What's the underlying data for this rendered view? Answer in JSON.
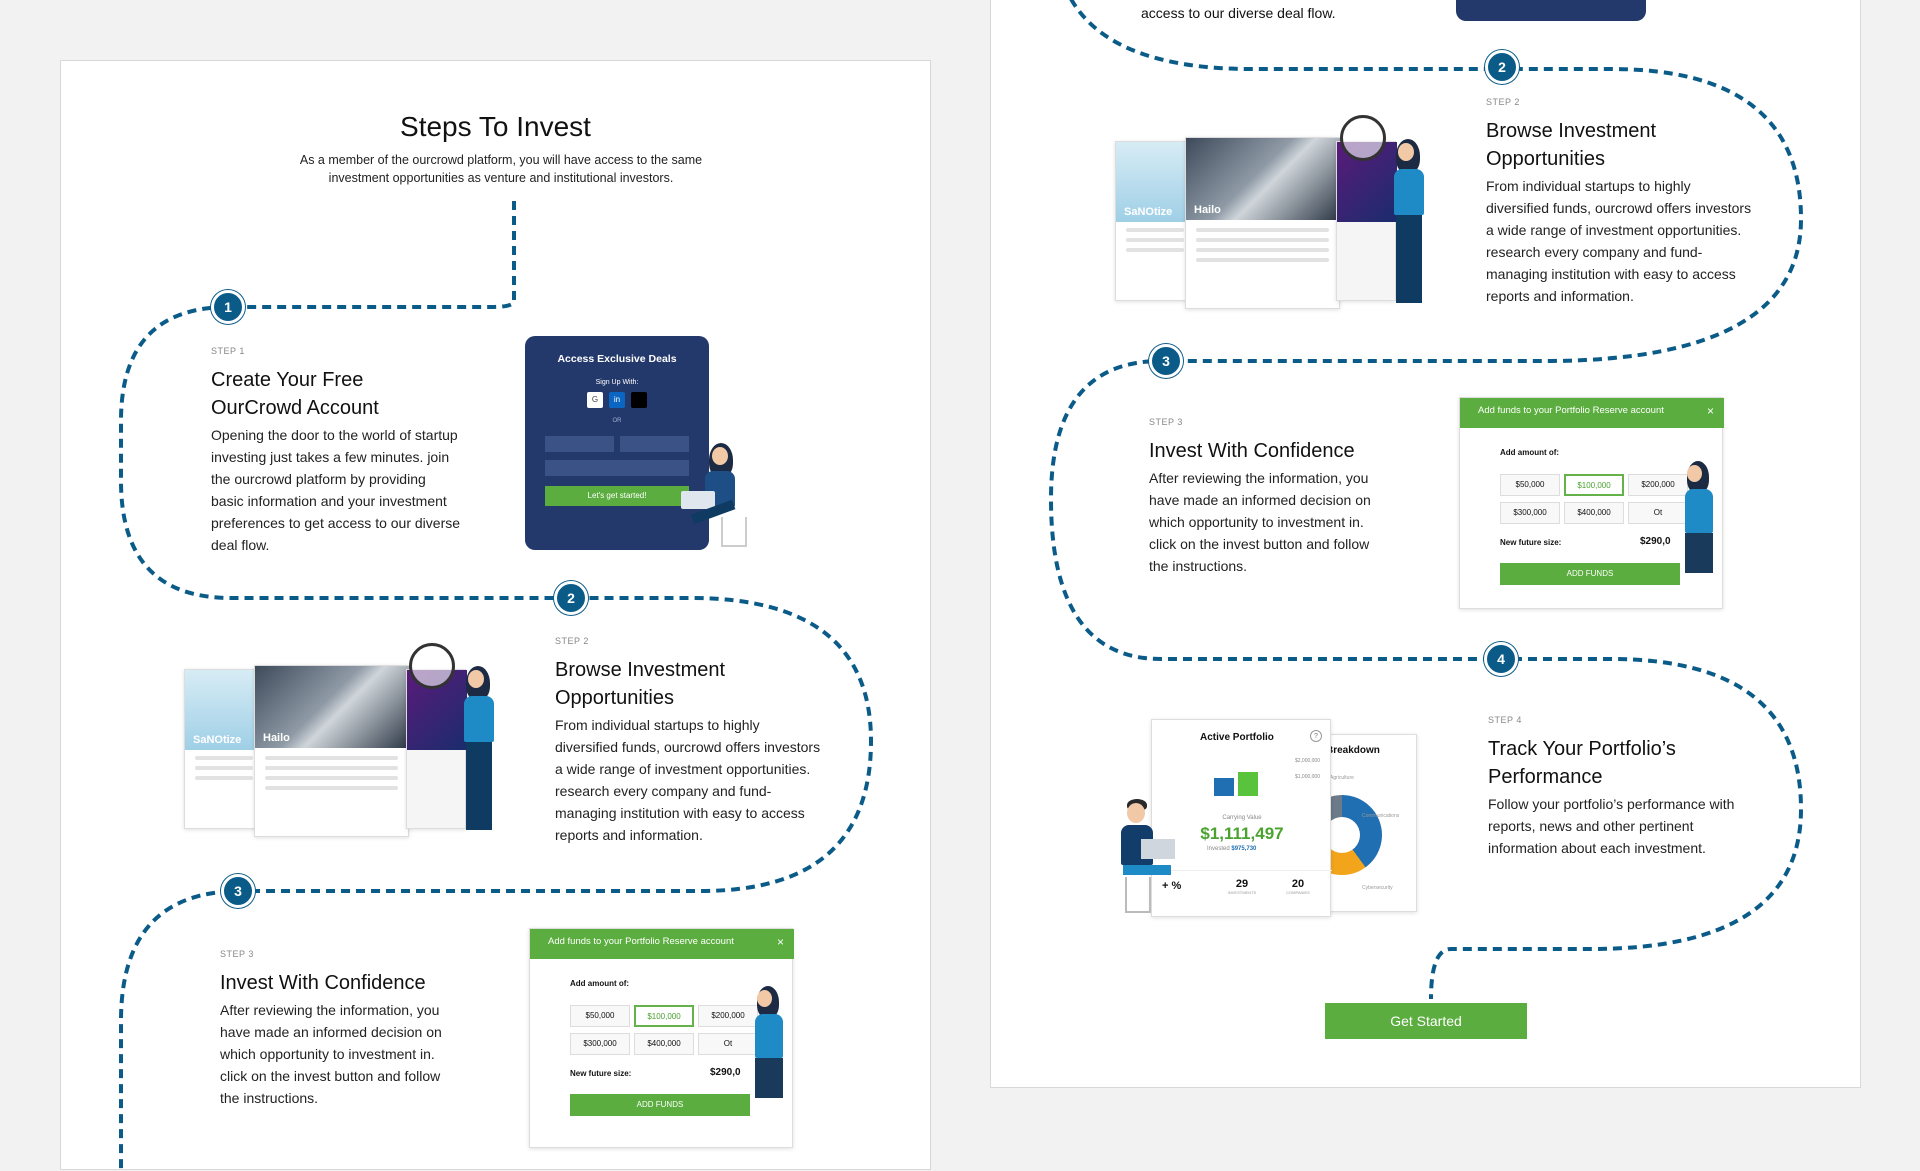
{
  "header": {
    "title": "Steps To Invest",
    "subtitle_line1": "As a member of the ourcrowd platform, you will have access to the same",
    "subtitle_line2": "investment opportunities as venture and institutional investors."
  },
  "steps": [
    {
      "num": "1",
      "label": "STEP 1",
      "title_l1": "Create Your Free",
      "title_l2": "OurCrowd Account",
      "body": "Opening the door to the world of startup investing just takes a few minutes. join the ourcrowd platform by providing basic information and your investment preferences to get access to our diverse deal flow."
    },
    {
      "num": "2",
      "label": "STEP 2",
      "title_l1": "Browse Investment",
      "title_l2": "Opportunities",
      "body": "From individual startups to highly diversified funds, ourcrowd offers investors a wide range of investment opportunities. research every company and fund-managing institution with easy to access reports and information."
    },
    {
      "num": "3",
      "label": "STEP 3",
      "title_l1": "Invest With Confidence",
      "body": "After reviewing the information, you have made an informed decision on which opportunity to investment in. click on the invest button and follow the instructions."
    },
    {
      "num": "4",
      "label": "STEP 4",
      "title_l1": "Track Your Portfolio’s",
      "title_l2": "Performance",
      "body": "Follow your portfolio’s performance with reports, news and other pertinent information about each investment."
    }
  ],
  "signup_card": {
    "heading": "Access Exclusive Deals",
    "signup_with": "Sign Up With:",
    "or": "OR",
    "cta": "Let's get started!",
    "providers": [
      "G",
      "in",
      ""
    ]
  },
  "browse_cards": {
    "card1": "SaNOtize",
    "card2": "Hailo"
  },
  "funds_card": {
    "header": "Add funds to your Portfolio Reserve account",
    "close": "×",
    "add_amount": "Add amount of:",
    "options": [
      "$50,000",
      "$100,000",
      "$200,000",
      "$300,000",
      "$400,000",
      "Ot"
    ],
    "new_future": "New future size:",
    "future_value": "$290,0",
    "button": "ADD FUNDS"
  },
  "portfolio_card": {
    "title": "Active Portfolio",
    "help": "?",
    "axis1": "$2,000,000",
    "axis2": "$1,000,000",
    "carrying_label": "Carrying Value",
    "carrying_value": "$1,111,497",
    "invested_label": "Invested",
    "invested_value": "$975,730",
    "pct": "+ %",
    "investments_num": "29",
    "investments_lbl": "INVESTMENTS",
    "companies_num": "20",
    "companies_lbl": "COMPANIES",
    "breakdown": "Breakdown",
    "seg1": "Agriculture",
    "seg2": "Communications",
    "seg3": "Cybersecurity"
  },
  "right_top_text": "access to our diverse deal flow.",
  "get_started": "Get Started",
  "colors": {
    "path": "#0b5b89",
    "green": "#5aad3e",
    "navy": "#24396b"
  }
}
